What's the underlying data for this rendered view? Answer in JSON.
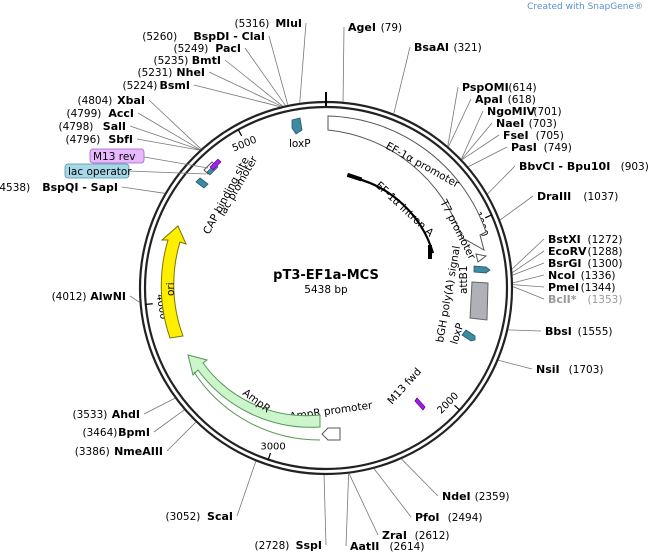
{
  "watermark": {
    "prefix": "Created with",
    "brand": "SnapGene®"
  },
  "plasmid": {
    "name": "pT3-EF1a-MCS",
    "size_label": "5438 bp",
    "length": 5438
  },
  "colors": {
    "backbone": "#222222",
    "white_arrow": "#ffffff",
    "ori": "#ffee00",
    "ampr": "#ccf5cc",
    "loxp": "#3d8aa3",
    "polyA": "#b0b0b8",
    "primer": "#a020f0",
    "m13rev_box": "#e8b8ff",
    "lacop_box": "#a8d8e8"
  },
  "tick_labels": [
    {
      "text": "1000",
      "pos": 1000
    },
    {
      "text": "2000",
      "pos": 2000
    },
    {
      "text": "3000",
      "pos": 3000
    },
    {
      "text": "4000",
      "pos": 4000
    },
    {
      "text": "5000",
      "pos": 5000
    }
  ],
  "sites": [
    {
      "name": "AgeI",
      "pos": "(79)",
      "bp": 79,
      "side": "R"
    },
    {
      "name": "BsaAI",
      "pos": "(321)",
      "bp": 321,
      "side": "R"
    },
    {
      "name": "PspOMI",
      "pos": "(614)",
      "bp": 614,
      "side": "R"
    },
    {
      "name": "ApaI",
      "pos": "(618)",
      "bp": 618,
      "side": "R"
    },
    {
      "name": "NgoMIV",
      "pos": "(701)",
      "bp": 701,
      "side": "R"
    },
    {
      "name": "NaeI",
      "pos": "(703)",
      "bp": 703,
      "side": "R"
    },
    {
      "name": "FseI",
      "pos": "(705)",
      "bp": 705,
      "side": "R"
    },
    {
      "name": "PasI",
      "pos": "(749)",
      "bp": 749,
      "side": "R"
    },
    {
      "name": "BbvCI - Bpu10I",
      "pos": "(903)",
      "bp": 903,
      "side": "R"
    },
    {
      "name": "DraIII",
      "pos": "(1037)",
      "bp": 1037,
      "side": "R"
    },
    {
      "name": "BstXI",
      "pos": "(1272)",
      "bp": 1272,
      "side": "R"
    },
    {
      "name": "EcoRV",
      "pos": "(1288)",
      "bp": 1288,
      "side": "R"
    },
    {
      "name": "BsrGI",
      "pos": "(1300)",
      "bp": 1300,
      "side": "R"
    },
    {
      "name": "NcoI",
      "pos": "(1336)",
      "bp": 1336,
      "side": "R"
    },
    {
      "name": "PmeI",
      "pos": "(1344)",
      "bp": 1344,
      "side": "R"
    },
    {
      "name": "BclI*",
      "pos": "(1353)",
      "bp": 1353,
      "side": "R",
      "gray": true
    },
    {
      "name": "BbsI",
      "pos": "(1555)",
      "bp": 1555,
      "side": "R"
    },
    {
      "name": "NsiI",
      "pos": "(1703)",
      "bp": 1703,
      "side": "R"
    },
    {
      "name": "NdeI",
      "pos": "(2359)",
      "bp": 2359,
      "side": "R"
    },
    {
      "name": "PfoI",
      "pos": "(2494)",
      "bp": 2494,
      "side": "R"
    },
    {
      "name": "ZraI",
      "pos": "(2612)",
      "bp": 2612,
      "side": "R"
    },
    {
      "name": "AatII",
      "pos": "(2614)",
      "bp": 2614,
      "side": "R"
    },
    {
      "name": "SspI",
      "pos": "(2728)",
      "bp": 2728,
      "side": "L"
    },
    {
      "name": "ScaI",
      "pos": "(3052)",
      "bp": 3052,
      "side": "L"
    },
    {
      "name": "NmeAIII",
      "pos": "(3386)",
      "bp": 3386,
      "side": "L"
    },
    {
      "name": "BpmI",
      "pos": "(3464)",
      "bp": 3464,
      "side": "L"
    },
    {
      "name": "AhdI",
      "pos": "(3533)",
      "bp": 3533,
      "side": "L"
    },
    {
      "name": "AlwNI",
      "pos": "(4012)",
      "bp": 4012,
      "side": "L"
    },
    {
      "name": "BspQI - SapI",
      "pos": "(4538)",
      "bp": 4538,
      "side": "L"
    },
    {
      "name": "SbfI",
      "pos": "(4796)",
      "bp": 4796,
      "side": "L"
    },
    {
      "name": "SalI",
      "pos": "(4798)",
      "bp": 4798,
      "side": "L"
    },
    {
      "name": "AccI",
      "pos": "(4799)",
      "bp": 4799,
      "side": "L"
    },
    {
      "name": "XbaI",
      "pos": "(4804)",
      "bp": 4804,
      "side": "L"
    },
    {
      "name": "BsmI",
      "pos": "(5224)",
      "bp": 5224,
      "side": "L"
    },
    {
      "name": "NheI",
      "pos": "(5231)",
      "bp": 5231,
      "side": "L"
    },
    {
      "name": "BmtI",
      "pos": "(5235)",
      "bp": 5235,
      "side": "L"
    },
    {
      "name": "PacI",
      "pos": "(5249)",
      "bp": 5249,
      "side": "L"
    },
    {
      "name": "BspDI - ClaI",
      "pos": "(5260)",
      "bp": 5260,
      "side": "L"
    },
    {
      "name": "MluI",
      "pos": "(5316)",
      "bp": 5316,
      "side": "L"
    }
  ],
  "features": [
    {
      "label": "EF-1α promoter",
      "start": 80,
      "end": 1250,
      "color": "white_arrow"
    },
    {
      "label": "EF-1α intron A",
      "start": 300,
      "end": 1240,
      "color": "intron"
    },
    {
      "label": "T7 promoter",
      "start": 1250,
      "end": 1270,
      "color": "white_arrow"
    },
    {
      "label": "attB1",
      "start": 1290,
      "end": 1320,
      "color": "loxp"
    },
    {
      "label": "bGH poly(A) signal",
      "start": 1380,
      "end": 1600,
      "color": "polyA"
    },
    {
      "label": "loxP",
      "start": 1620,
      "end": 1654,
      "color": "loxp"
    },
    {
      "label": "M13 fwd",
      "start": 2200,
      "end": 2217,
      "color": "primer"
    },
    {
      "label": "AmpR promoter",
      "start": 2710,
      "end": 2815,
      "color": "white_arrow"
    },
    {
      "label": "AmpR",
      "start": 2815,
      "end": 3675,
      "color": "ampr"
    },
    {
      "label": "ori",
      "start": 3850,
      "end": 4440,
      "color": "ori"
    },
    {
      "label": "CAP binding site",
      "start": 4690,
      "end": 4712,
      "color": "loxp"
    },
    {
      "label": "lac promoter",
      "start": 4727,
      "end": 4758,
      "color": "white_arrow"
    },
    {
      "label": "lac operator",
      "start": 4766,
      "end": 4783,
      "color": "primer"
    },
    {
      "label": "M13 rev",
      "start": 4770,
      "end": 4787,
      "color": "primer"
    },
    {
      "label": "loxP",
      "start": 5370,
      "end": 5404,
      "color": "loxp"
    }
  ],
  "callouts": {
    "m13rev": "M13 rev",
    "lacop": "lac operator"
  }
}
